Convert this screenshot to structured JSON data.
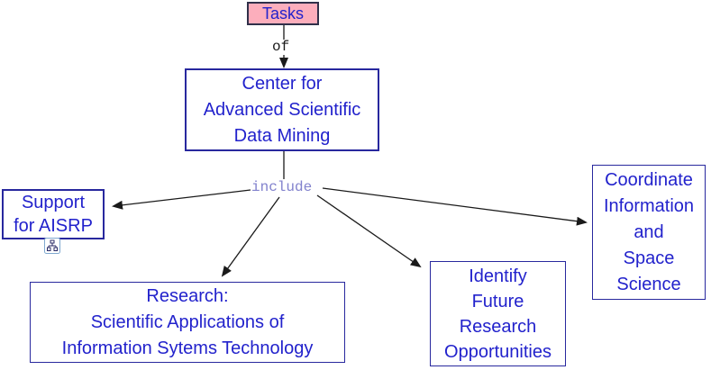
{
  "colors": {
    "node_border": "#28289e",
    "node_text": "#2222cc",
    "tasks_fill": "#fcaebc",
    "tasks_border": "#30304a",
    "include_label_color": "#8282cd",
    "of_label_color": "#1a1a1a",
    "line_color": "#1a1a1a",
    "background": "#ffffff"
  },
  "nodes": {
    "tasks": {
      "lines": [
        "Tasks"
      ]
    },
    "center": {
      "lines": [
        "Center for",
        "Advanced Scientific",
        "Data Mining"
      ]
    },
    "support": {
      "lines": [
        "Support",
        "for AISRP"
      ]
    },
    "research": {
      "lines": [
        "Research:",
        "Scientific Applications of",
        "Information Sytems Technology"
      ]
    },
    "identify": {
      "lines": [
        "Identify",
        "Future",
        "Research",
        "Opportunities"
      ]
    },
    "coordinate": {
      "lines": [
        "Coordinate",
        "Information",
        "and",
        "Space",
        "Science"
      ]
    }
  },
  "links": {
    "of": {
      "label": "of"
    },
    "include": {
      "label": "include"
    }
  },
  "icons": {
    "linked_resource": "concept-map-node-icon"
  }
}
